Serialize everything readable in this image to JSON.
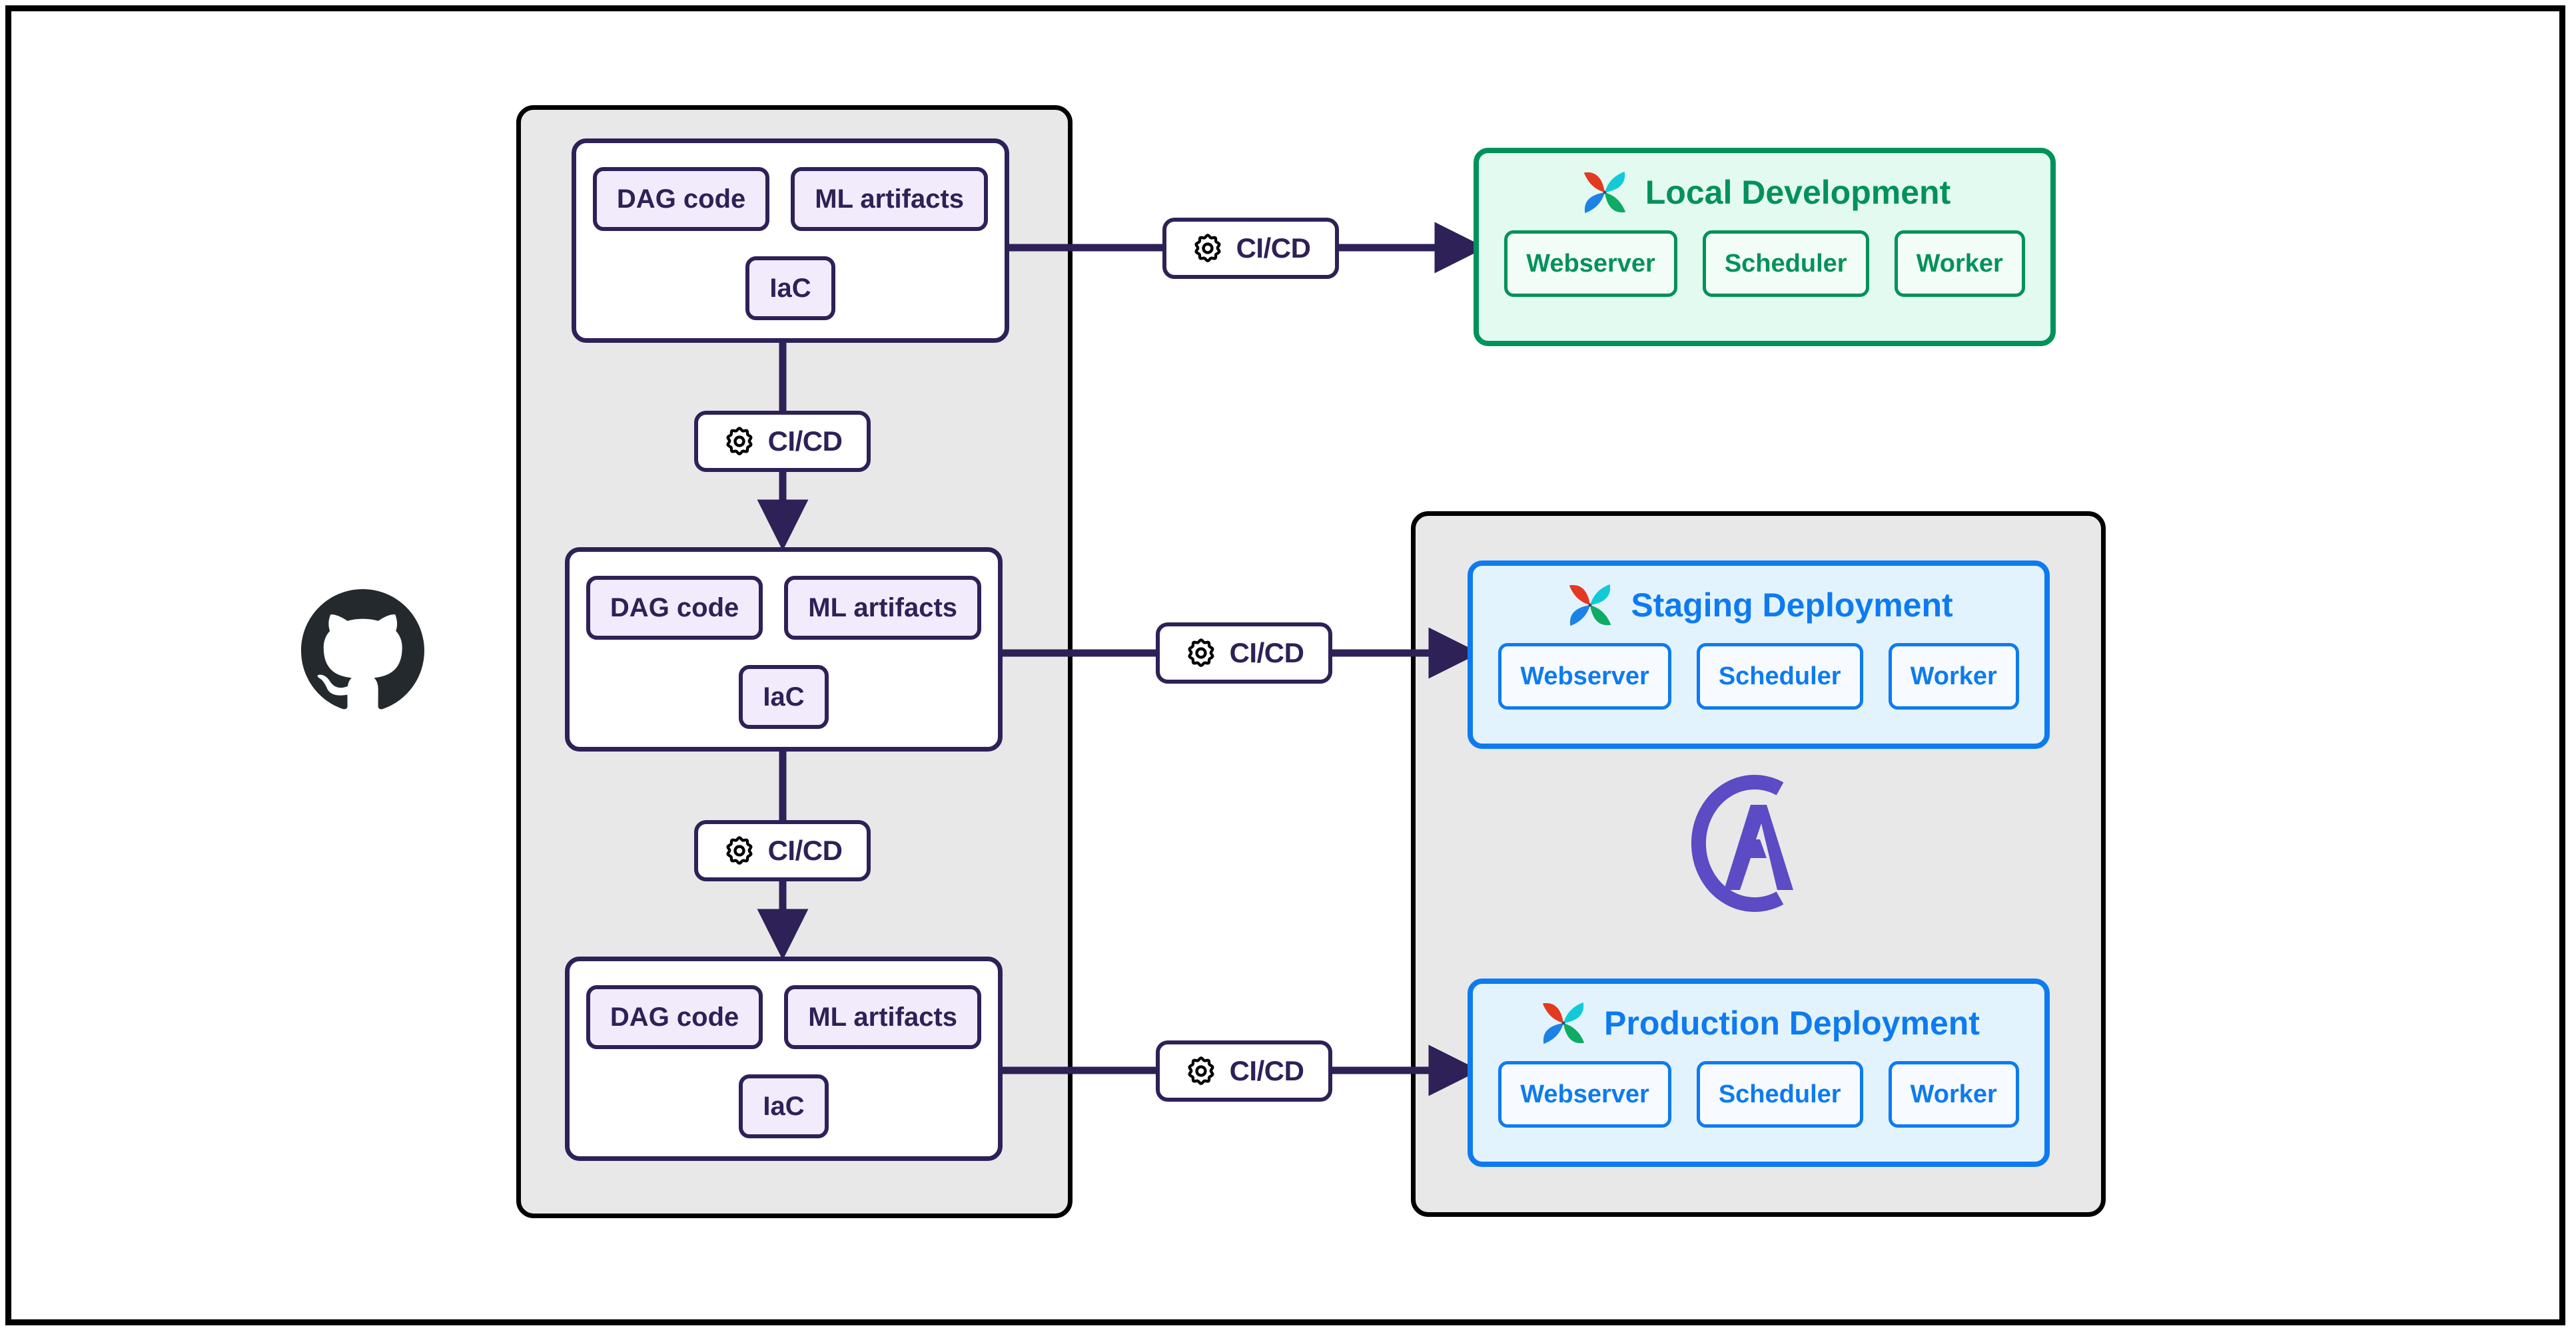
{
  "diagram": {
    "title": "Airflow CI/CD environment promotion diagram",
    "colors": {
      "frame": "#000000",
      "group_background": "#e8e8e8",
      "repo_border": "#2e2157",
      "repo_chip_fill": "#f2ebfb",
      "connector": "#2e2157",
      "local_accent": "#00925a",
      "local_fill": "#e3faf0",
      "deploy_accent": "#0d7bf0",
      "deploy_fill": "#e3f3fd",
      "github_mark": "#24292e",
      "astronomer_mark": "#5b4bc4"
    }
  },
  "source": {
    "icon": "github-icon",
    "name": "GitHub"
  },
  "repo_group": {
    "blocks": [
      {
        "id": "dev-branch",
        "artifacts": [
          "DAG code",
          "ML artifacts"
        ],
        "infra": "IaC"
      },
      {
        "id": "staging-branch",
        "artifacts": [
          "DAG code",
          "ML artifacts"
        ],
        "infra": "IaC"
      },
      {
        "id": "main-branch",
        "artifacts": [
          "DAG code",
          "ML artifacts"
        ],
        "infra": "IaC"
      }
    ]
  },
  "pipelines": {
    "label": "CI/CD",
    "icon": "gear-icon",
    "vertical": [
      {
        "label": "CI/CD",
        "from": "dev-branch",
        "to": "staging-branch"
      },
      {
        "label": "CI/CD",
        "from": "staging-branch",
        "to": "main-branch"
      }
    ],
    "horizontal": [
      {
        "label": "CI/CD",
        "from": "dev-branch",
        "to": "Local Development"
      },
      {
        "label": "CI/CD",
        "from": "staging-branch",
        "to": "Staging Deployment"
      },
      {
        "label": "CI/CD",
        "from": "main-branch",
        "to": "Production Deployment"
      }
    ]
  },
  "deployments": [
    {
      "id": "local",
      "title": "Local Development",
      "icon": "airflow-icon",
      "accent": "#00925a",
      "components": [
        "Webserver",
        "Scheduler",
        "Worker"
      ]
    },
    {
      "id": "staging",
      "title": "Staging Deployment",
      "icon": "airflow-icon",
      "accent": "#0d7bf0",
      "components": [
        "Webserver",
        "Scheduler",
        "Worker"
      ]
    },
    {
      "id": "production",
      "title": "Production Deployment",
      "icon": "airflow-icon",
      "accent": "#0d7bf0",
      "components": [
        "Webserver",
        "Scheduler",
        "Worker"
      ]
    }
  ],
  "platform": {
    "icon": "astronomer-icon",
    "name": "Astronomer"
  }
}
